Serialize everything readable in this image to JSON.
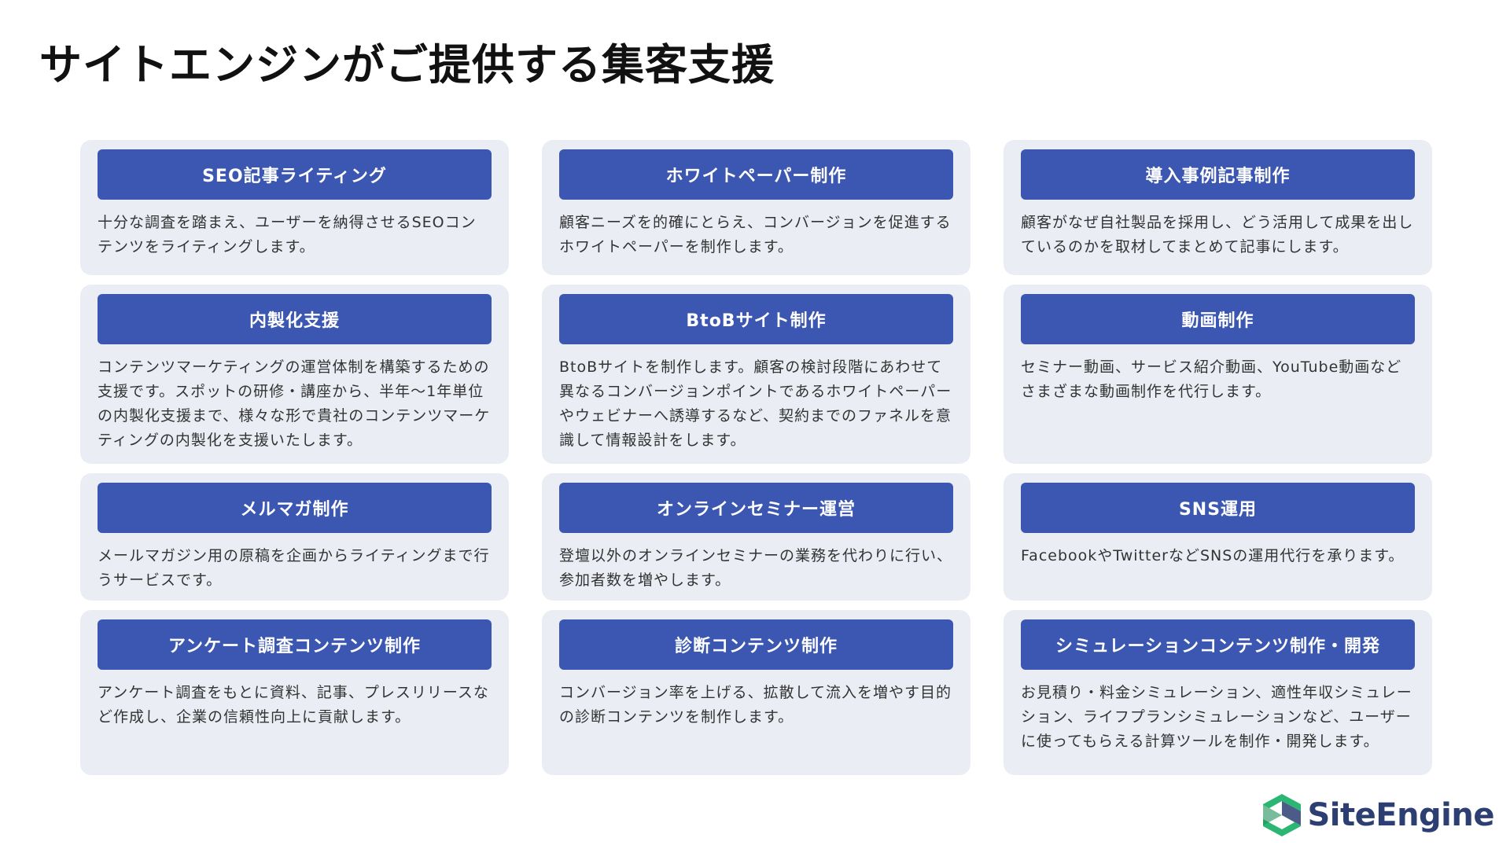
{
  "page": {
    "title": "サイトエンジンがご提供する集客支援"
  },
  "services": [
    {
      "title": "SEO記事ライティング",
      "desc": "十分な調査を踏まえ、ユーザーを納得させるSEOコンテンツをライティングします。"
    },
    {
      "title": "ホワイトペーパー制作",
      "desc": "顧客ニーズを的確にとらえ、コンバージョンを促進するホワイトペーパーを制作します。"
    },
    {
      "title": "導入事例記事制作",
      "desc": "顧客がなぜ自社製品を採用し、どう活用して成果を出しているのかを取材してまとめて記事にします。"
    },
    {
      "title": "内製化支援",
      "desc": "コンテンツマーケティングの運営体制を構築するための支援です。スポットの研修・講座から、半年〜1年単位の内製化支援まで、様々な形で貴社のコンテンツマーケティングの内製化を支援いたします。"
    },
    {
      "title": "BtoBサイト制作",
      "desc": "BtoBサイトを制作します。顧客の検討段階にあわせて異なるコンバージョンポイントであるホワイトペーパーやウェビナーへ誘導するなど、契約までのファネルを意識して情報設計をします。"
    },
    {
      "title": "動画制作",
      "desc": "セミナー動画、サービス紹介動画、YouTube動画などさまざまな動画制作を代行します。"
    },
    {
      "title": "メルマガ制作",
      "desc": "メールマガジン用の原稿を企画からライティングまで行うサービスです。"
    },
    {
      "title": "オンラインセミナー運営",
      "desc": "登壇以外のオンラインセミナーの業務を代わりに行い、参加者数を増やします。"
    },
    {
      "title": "SNS運用",
      "desc": "FacebookやTwitterなどSNSの運用代行を承ります。"
    },
    {
      "title": "アンケート調査コンテンツ制作",
      "desc": "アンケート調査をもとに資料、記事、プレスリリースなど作成し、企業の信頼性向上に貢献します。"
    },
    {
      "title": "診断コンテンツ制作",
      "desc": "コンバージョン率を上げる、拡散して流入を増やす目的の診断コンテンツを制作します。"
    },
    {
      "title": "シミュレーションコンテンツ制作・開発",
      "desc": "お見積り・料金シミュレーション、適性年収シミュレーション、ライフプランシミュレーションなど、ユーザーに使ってもらえる計算ツールを制作・開発します。"
    }
  ],
  "logo": {
    "text": "SiteEngine",
    "icon": "siteengine-logo-icon"
  },
  "colors": {
    "accent": "#3b57b1",
    "card_bg": "#eaedf4",
    "logo_green": "#2bb673",
    "logo_navy": "#2d3e73"
  }
}
